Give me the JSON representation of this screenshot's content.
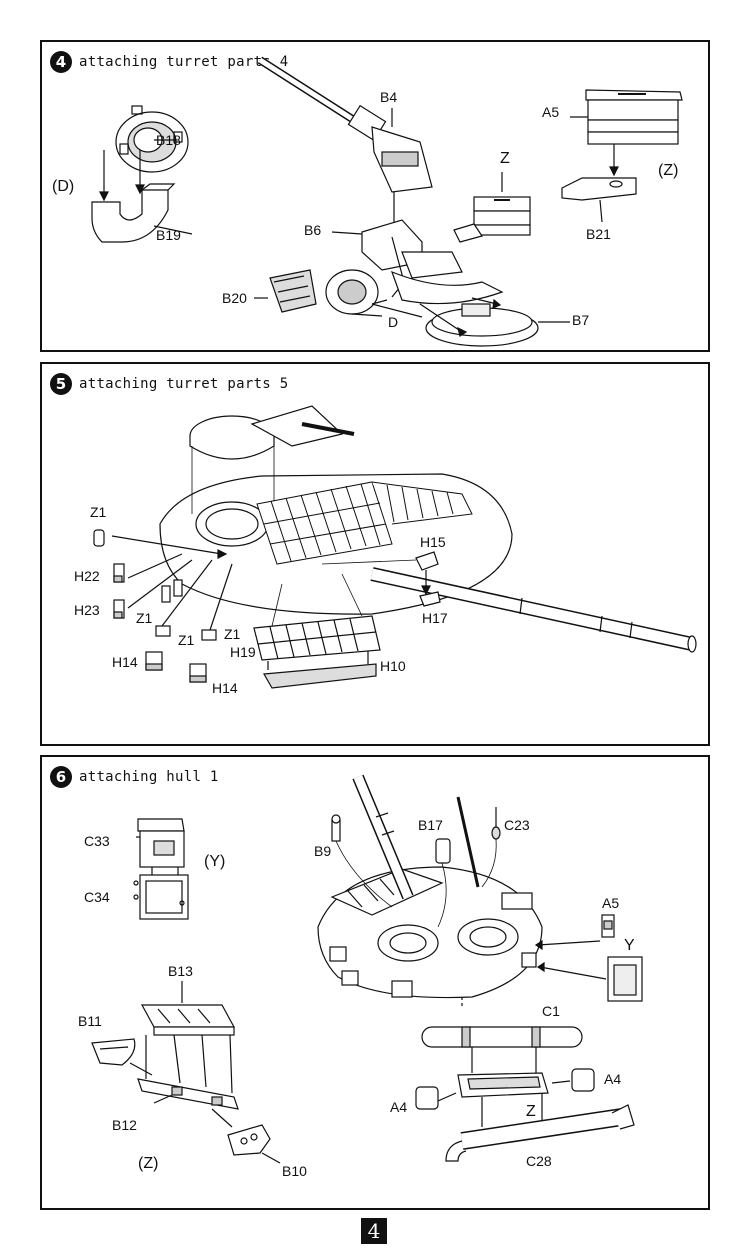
{
  "steps": [
    {
      "number": "4",
      "title": "attaching turret parts 4"
    },
    {
      "number": "5",
      "title": "attaching turret parts 5"
    },
    {
      "number": "6",
      "title": "attaching hull 1"
    }
  ],
  "step4": {
    "labels": {
      "b18": "B18",
      "d_sub": "(D)",
      "b19": "B19",
      "b4": "B4",
      "b6": "B6",
      "b20": "B20",
      "d": "D",
      "z": "Z",
      "a5": "A5",
      "z_sub": "(Z)",
      "b21": "B21",
      "b7": "B7"
    }
  },
  "step5": {
    "labels": {
      "z1_top": "Z1",
      "h22": "H22",
      "h23": "H23",
      "z1_a": "Z1",
      "z1_b": "Z1",
      "z1_c": "Z1",
      "h14_a": "H14",
      "h14_b": "H14",
      "h19": "H19",
      "h10": "H10",
      "h15": "H15",
      "h17": "H17"
    }
  },
  "step6": {
    "labels": {
      "c33": "C33",
      "y_sub": "(Y)",
      "c34": "C34",
      "b13": "B13",
      "b11": "B11",
      "b12": "B12",
      "z_sub": "(Z)",
      "b10": "B10",
      "b9": "B9",
      "b17": "B17",
      "c23": "C23",
      "a5": "A5",
      "y": "Y",
      "c1": "C1",
      "a4_right": "A4",
      "a4_left": "A4",
      "z": "Z",
      "c28": "C28"
    }
  },
  "page_number": "4"
}
